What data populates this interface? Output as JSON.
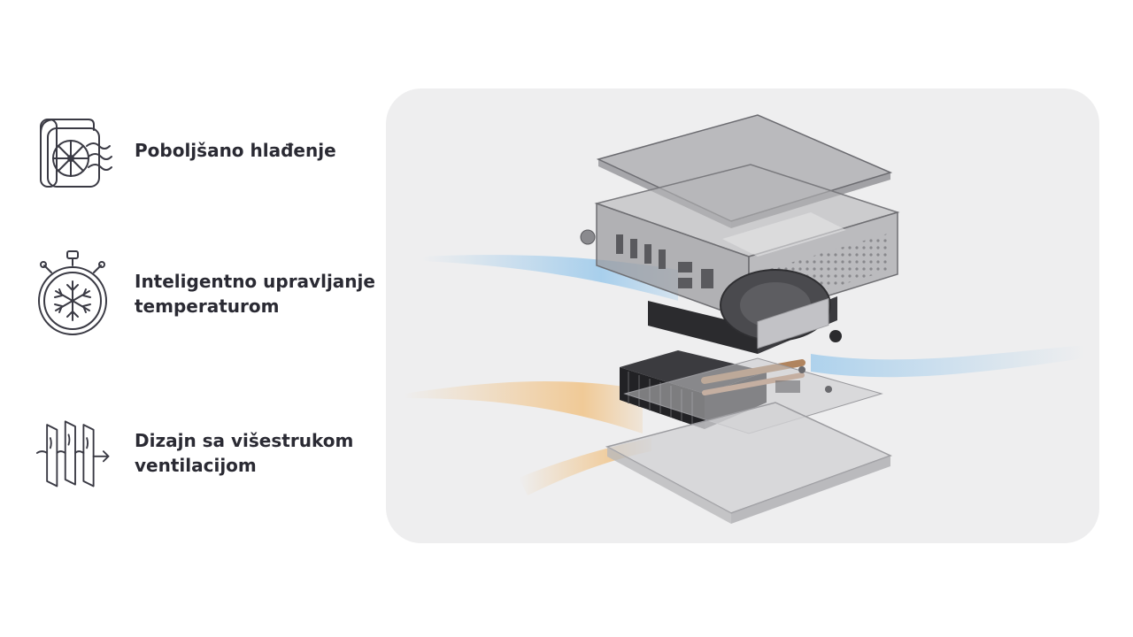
{
  "features": [
    {
      "icon": "cooling-fan-icon",
      "label": "Poboljšano hlađenje"
    },
    {
      "icon": "thermal-snowflake-timer-icon",
      "label": "Inteligentno upravljanje\ntemperaturom"
    },
    {
      "icon": "multi-vent-airflow-icon",
      "label": "Dizajn sa višestrukom\nventilacijom"
    }
  ],
  "colors": {
    "text": "#2a2a33",
    "icon_stroke": "#3a3a44",
    "panel_background": "#eeeeef",
    "airflow_cool": "#6fb6ea",
    "airflow_warm": "#f2b25c"
  },
  "illustration": {
    "subject": "exploded-view-mini-pc-with-airflow"
  }
}
